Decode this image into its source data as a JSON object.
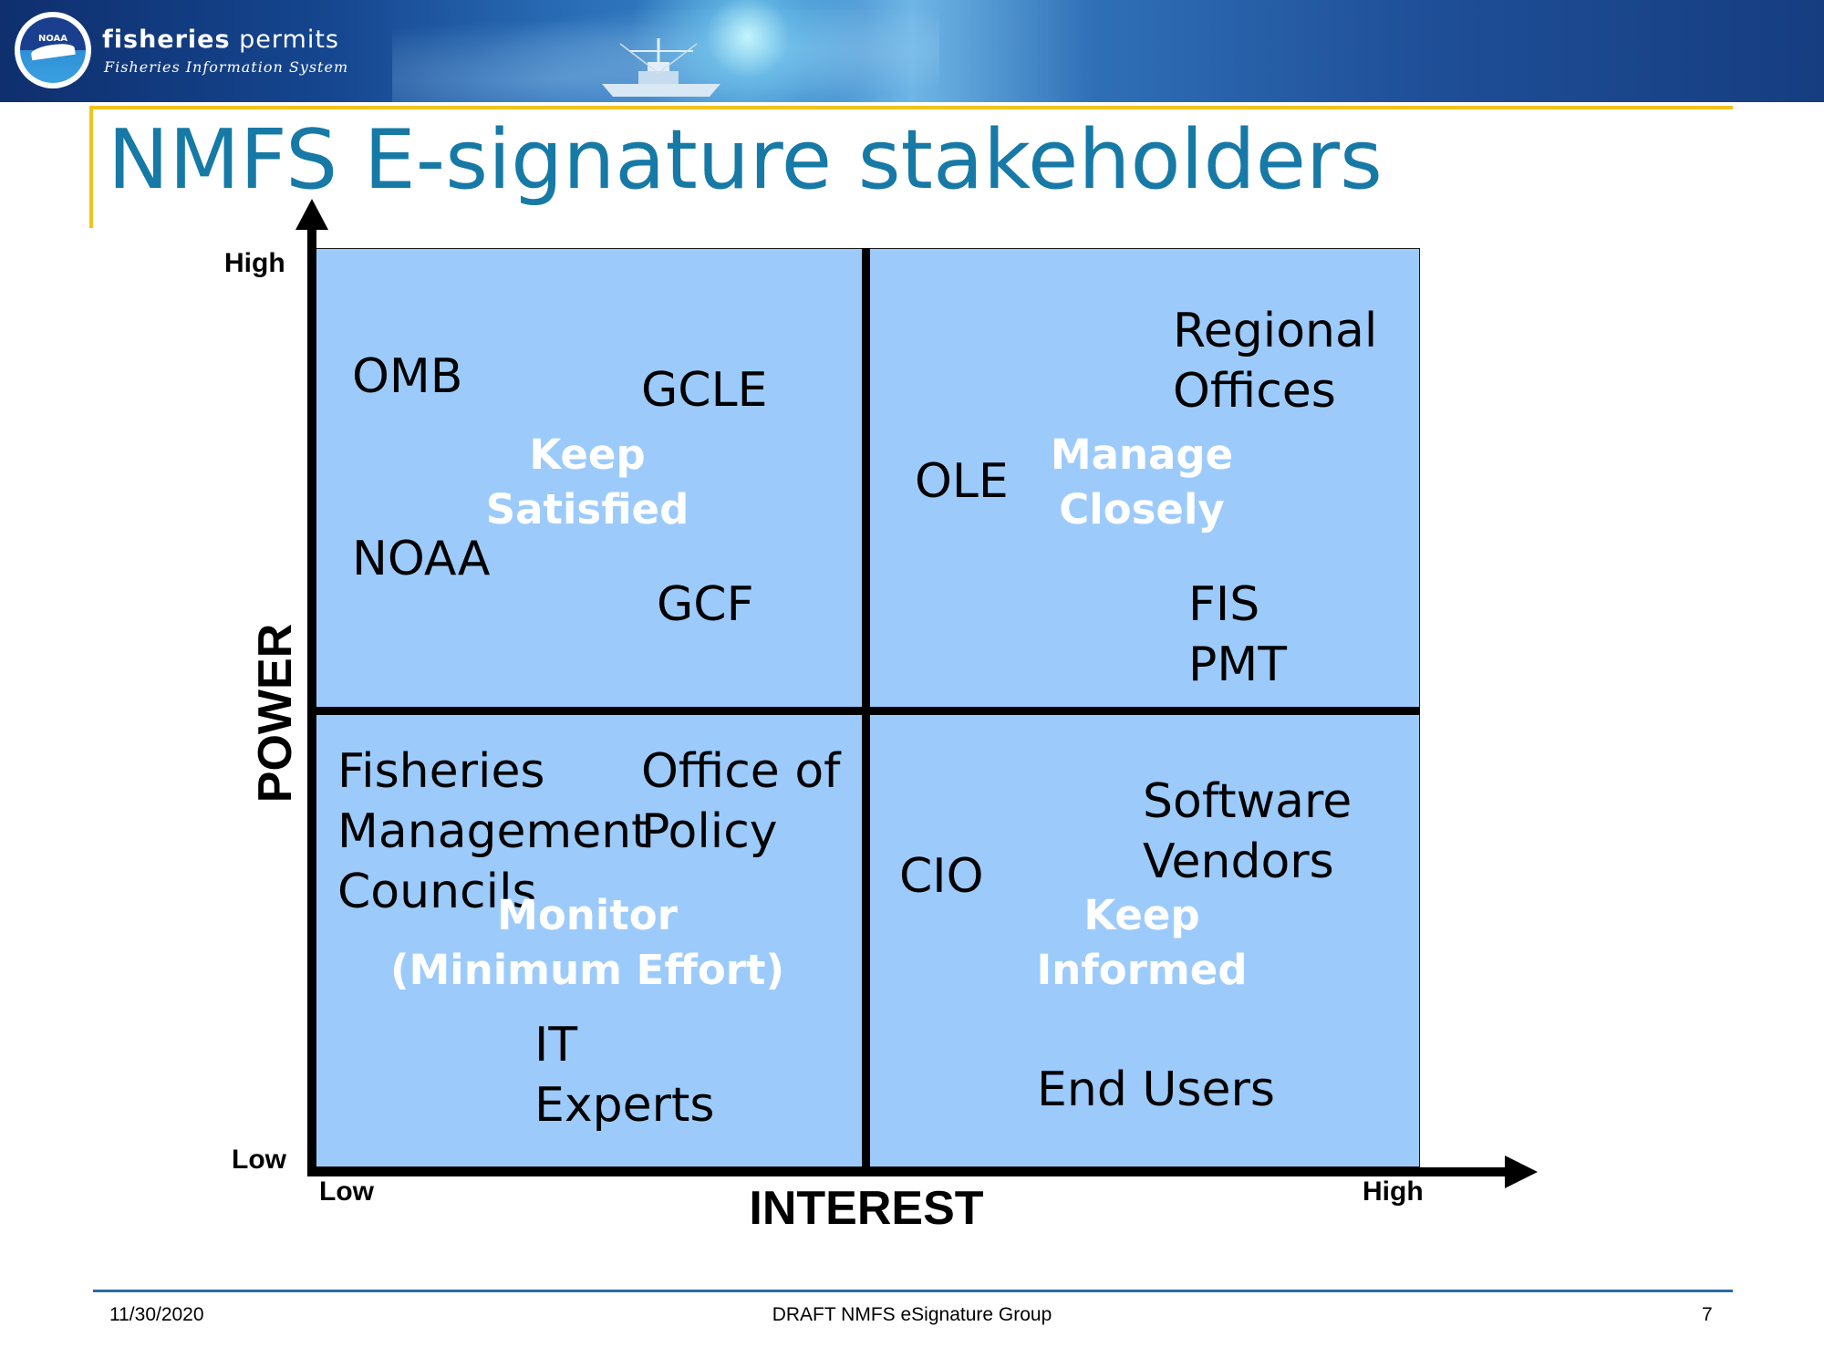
{
  "header": {
    "brand_bold": "fisheries",
    "brand_rest": "permits",
    "brand_sub": "Fisheries Information System",
    "logo_text": "NOAA"
  },
  "title": "NMFS E-signature stakeholders",
  "axes": {
    "y_label": "POWER",
    "x_label": "INTEREST",
    "y_high": "High",
    "y_low": "Low",
    "x_low": "Low",
    "x_high": "High"
  },
  "quadrants": {
    "top_left": {
      "strategy": [
        "Keep",
        "Satisfied"
      ],
      "stakeholders": [
        "OMB",
        "GCLE",
        "NOAA",
        "GCF"
      ]
    },
    "top_right": {
      "strategy": [
        "Manage",
        "Closely"
      ],
      "stakeholders": [
        "Regional",
        "Offices",
        "OLE",
        "FIS",
        "PMT"
      ]
    },
    "bottom_left": {
      "strategy": [
        "Monitor",
        "(Minimum Effort)"
      ],
      "stakeholders": [
        "Fisheries",
        "Management",
        "Councils",
        "Office of",
        "Policy",
        "IT",
        "Experts"
      ]
    },
    "bottom_right": {
      "strategy": [
        "Keep",
        "Informed"
      ],
      "stakeholders": [
        "Software",
        "Vendors",
        "CIO",
        "End Users"
      ]
    }
  },
  "colors": {
    "quadrant_fill": "#9ccbfb",
    "title": "#1779a6",
    "accent": "#f2c320",
    "strategy_text": "#ffffff"
  },
  "footer": {
    "date": "11/30/2020",
    "center": "DRAFT NMFS eSignature Group",
    "page": "7"
  }
}
